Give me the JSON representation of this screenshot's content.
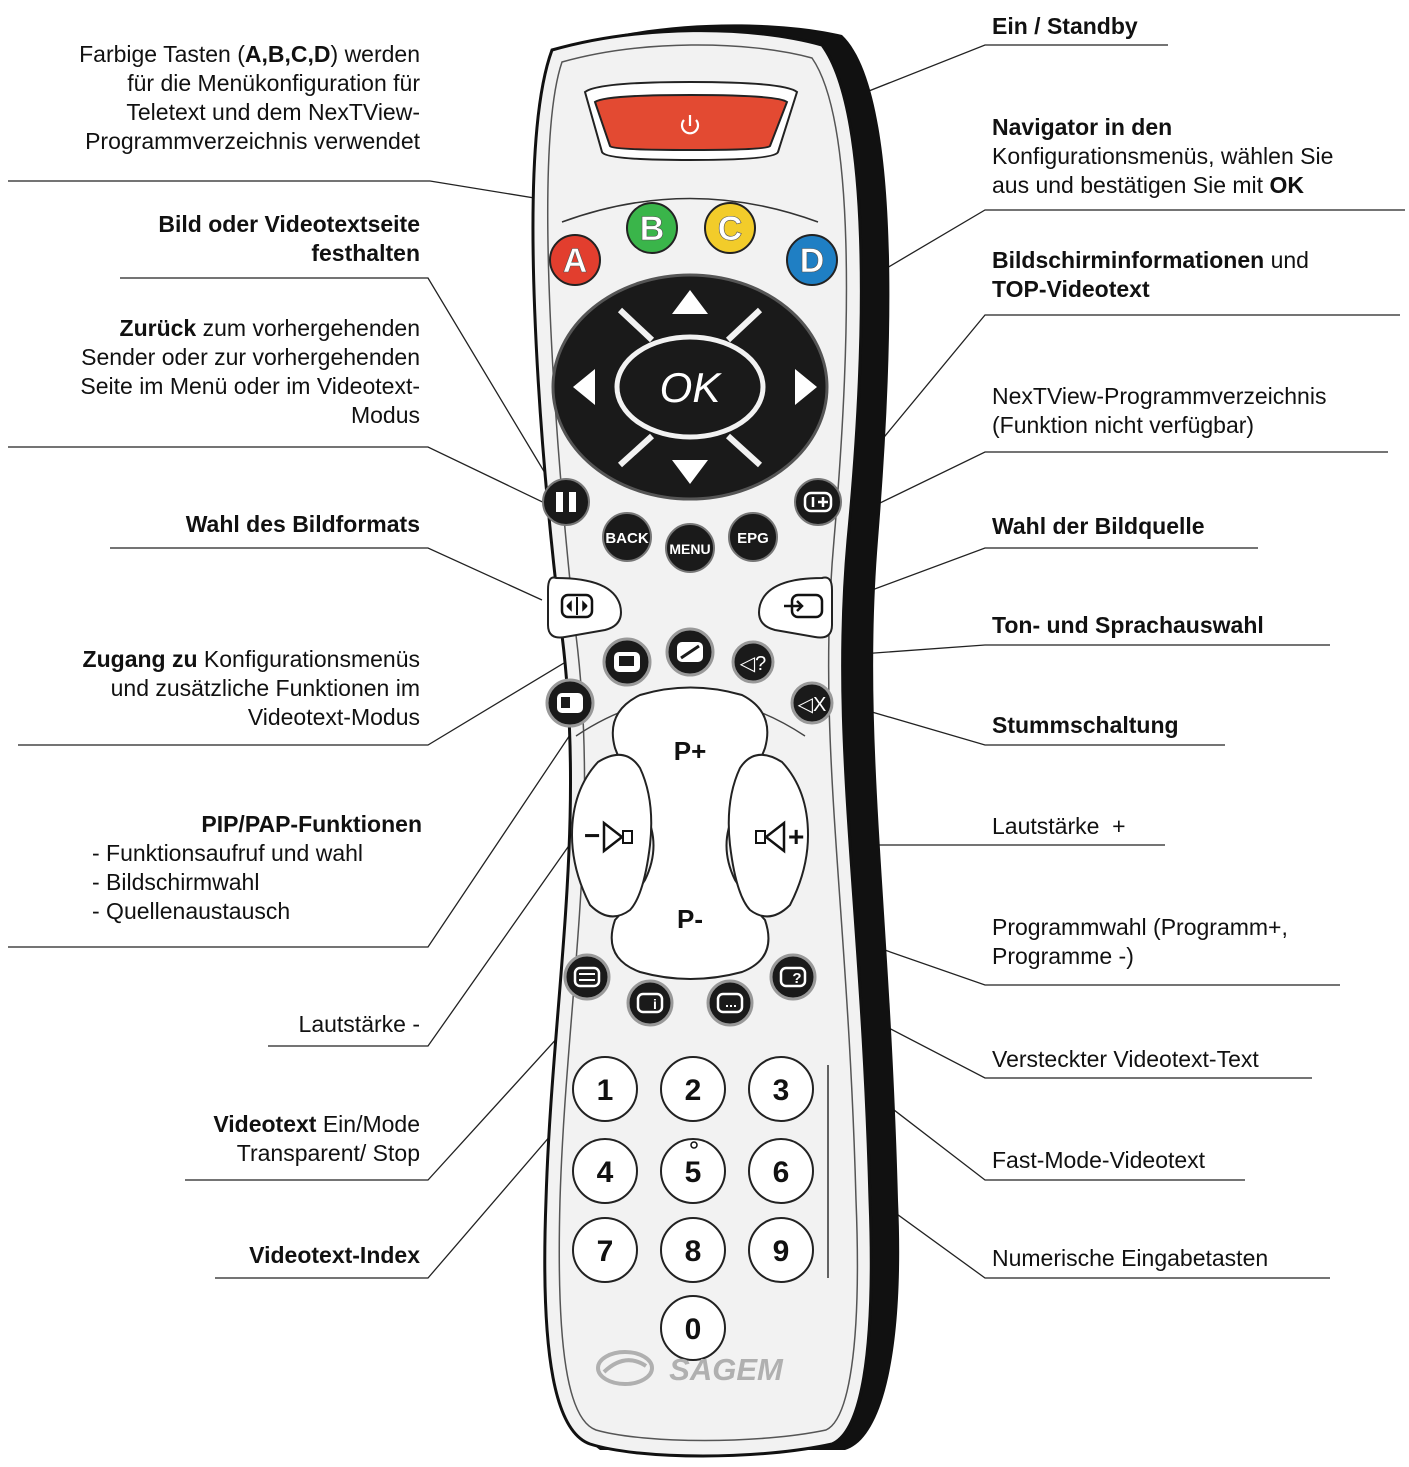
{
  "colors": {
    "body_outline": "#111111",
    "body_fill": "#f2f2f2",
    "button_dark": "#1a1a1a",
    "power_red": "#e34a32",
    "key_a": "#e23e2e",
    "key_b": "#3ab54a",
    "key_c": "#f2cc2a",
    "key_d": "#1f7fc4"
  },
  "remote": {
    "power_icon": "power-icon",
    "color_keys": [
      "A",
      "B",
      "C",
      "D"
    ],
    "ok": "OK",
    "back": "BACK",
    "menu": "MENU",
    "epg": "EPG",
    "p_plus": "P+",
    "p_minus": "P-",
    "vol_minus": "−",
    "vol_plus": "+",
    "digits": [
      "1",
      "2",
      "3",
      "4",
      "5",
      "6",
      "7",
      "8",
      "9",
      "0"
    ],
    "brand": "SAGEM"
  },
  "labels": {
    "farbige": {
      "p1": "Farbige Tasten (",
      "p2": "A,B,C,D",
      "p3": ") werden",
      "l2": "für die Menükonfiguration für",
      "l3": "Teletext und dem NexTView-",
      "l4": "Programmverzeichnis verwendet"
    },
    "bild": {
      "l1": "Bild oder Videotextseite",
      "l2": "festhalten"
    },
    "zurueck": {
      "p1": "Zurück",
      "p2": " zum vorhergehenden",
      "l2": "Sender oder zur vorhergehenden",
      "l3": "Seite im Menü oder im Videotext-",
      "l4": "Modus"
    },
    "bildformat": "Wahl des Bildformats",
    "zugang": {
      "p1": "Zugang zu",
      "p2": " Konfigurationsmenüs",
      "l2": "und zusätzliche Funktionen im",
      "l3": "Videotext-Modus"
    },
    "pip": {
      "l1": "PIP/PAP-Funktionen",
      "l2": "- Funktionsaufruf und wahl",
      "l3": "- Bildschirmwahl",
      "l4": "- Quellenaustausch"
    },
    "vol_minus": "Lautstärke -",
    "videotext": {
      "p1": "Videotext",
      "p2": " Ein/Mode",
      "l2": "Transparent/ Stop"
    },
    "index": "Videotext-Index",
    "ein": "Ein / Standby",
    "navigator": {
      "l1": "Navigator in den",
      "l2": "Konfigurationsmenüs, wählen Sie",
      "p1": "aus und bestätigen Sie mit ",
      "p2": "OK"
    },
    "bildschirm": {
      "p1": "Bildschirminformationen",
      "p2": " und",
      "l2": "TOP-Videotext"
    },
    "nextview": {
      "l1": "NexTView-Programmverzeichnis",
      "l2": "(Funktion nicht verfügbar)"
    },
    "bildquelle": "Wahl der Bildquelle",
    "ton": "Ton- und Sprachauswahl",
    "stumm": "Stummschaltung",
    "vol_plus": "Lautstärke  +",
    "programmwahl": {
      "l1": "Programmwahl (Programm+,",
      "l2": "Programme -)"
    },
    "versteckt": "Versteckter Videotext-Text",
    "fast": "Fast-Mode-Videotext",
    "numerisch": "Numerische Eingabetasten"
  }
}
